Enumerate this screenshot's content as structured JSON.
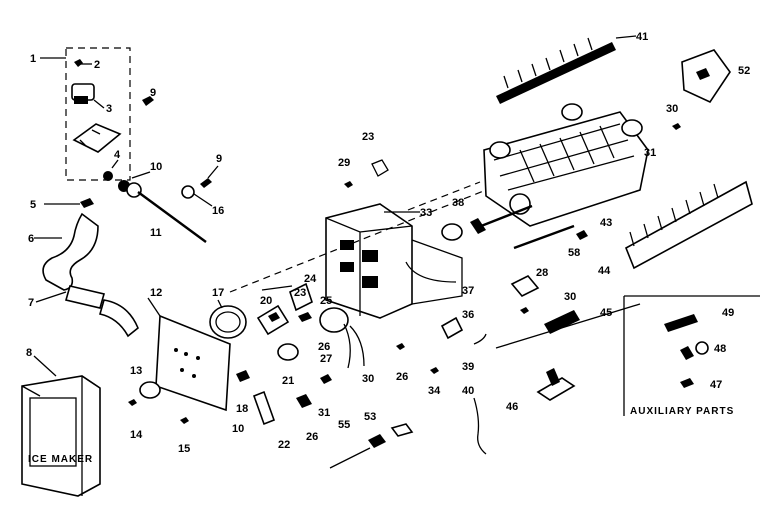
{
  "labels": {
    "p1": "1",
    "p2": "2",
    "p3": "3",
    "p4": "4",
    "p5": "5",
    "p6": "6",
    "p7": "7",
    "p8": "8",
    "p9a": "9",
    "p9b": "9",
    "p10a": "10",
    "p10b": "10",
    "p11": "11",
    "p12": "12",
    "p13": "13",
    "p14": "14",
    "p15": "15",
    "p16": "16",
    "p17": "17",
    "p18": "18",
    "p20": "20",
    "p21": "21",
    "p22": "22",
    "p23a": "23",
    "p23b": "23",
    "p24": "24",
    "p25": "25",
    "p26a": "26",
    "p26b": "26",
    "p26c": "26",
    "p27": "27",
    "p28": "28",
    "p29": "29",
    "p30a": "30",
    "p30b": "30",
    "p30c": "30",
    "p31a": "31",
    "p31b": "31",
    "p33": "33",
    "p34": "34",
    "p36": "36",
    "p37": "37",
    "p38": "38",
    "p39": "39",
    "p40": "40",
    "p41": "41",
    "p43": "43",
    "p44": "44",
    "p45": "45",
    "p46": "46",
    "p47": "47",
    "p48": "48",
    "p49": "49",
    "p52": "52",
    "p53": "53",
    "p55": "55",
    "p58": "58"
  },
  "auxiliary_caption": "AUXILIARY PARTS",
  "panel_text": "ICE MAKER"
}
